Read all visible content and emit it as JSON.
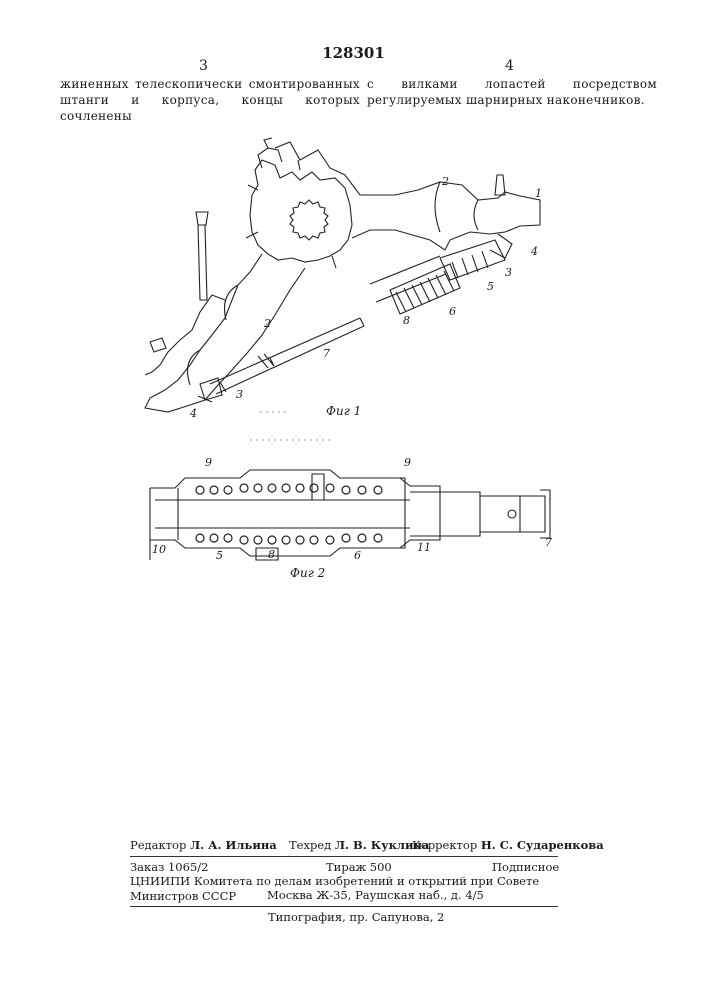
{
  "patent_number": "128301",
  "columns": {
    "left_number": "3",
    "right_number": "4",
    "left_text": "жиненных телескопически смонтированных штанги и корпуса, концы которых сочленены",
    "right_text": "с вилками лопастей посредством регулируемых шарнирных наконечников."
  },
  "figures": {
    "fig1_caption": "Фиг 1",
    "fig2_caption": "Фиг 2",
    "fig1_callouts": [
      "1",
      "2",
      "2",
      "3",
      "3",
      "4",
      "4",
      "5",
      "6",
      "7",
      "8"
    ],
    "fig2_callouts": [
      "9",
      "9",
      "10",
      "5",
      "8",
      "6",
      "11",
      "7"
    ]
  },
  "footer": {
    "editor_label": "Редактор",
    "editor_name": "Л. А. Ильина",
    "techred_label": "Техред",
    "techred_name": "Л. В. Куклина",
    "corrector_label": "Корректор",
    "corrector_name": "Н. С. Сударенкова",
    "order": "Заказ 1065/2",
    "circulation": "Тираж 500",
    "subscription": "Подписное",
    "org_line": "ЦНИИПИ Комитета по делам изобретений и открытий при Совете Министров СССР",
    "address": "Москва Ж-35, Раушская наб., д. 4/5",
    "printing": "Типография, пр. Сапунова, 2"
  }
}
